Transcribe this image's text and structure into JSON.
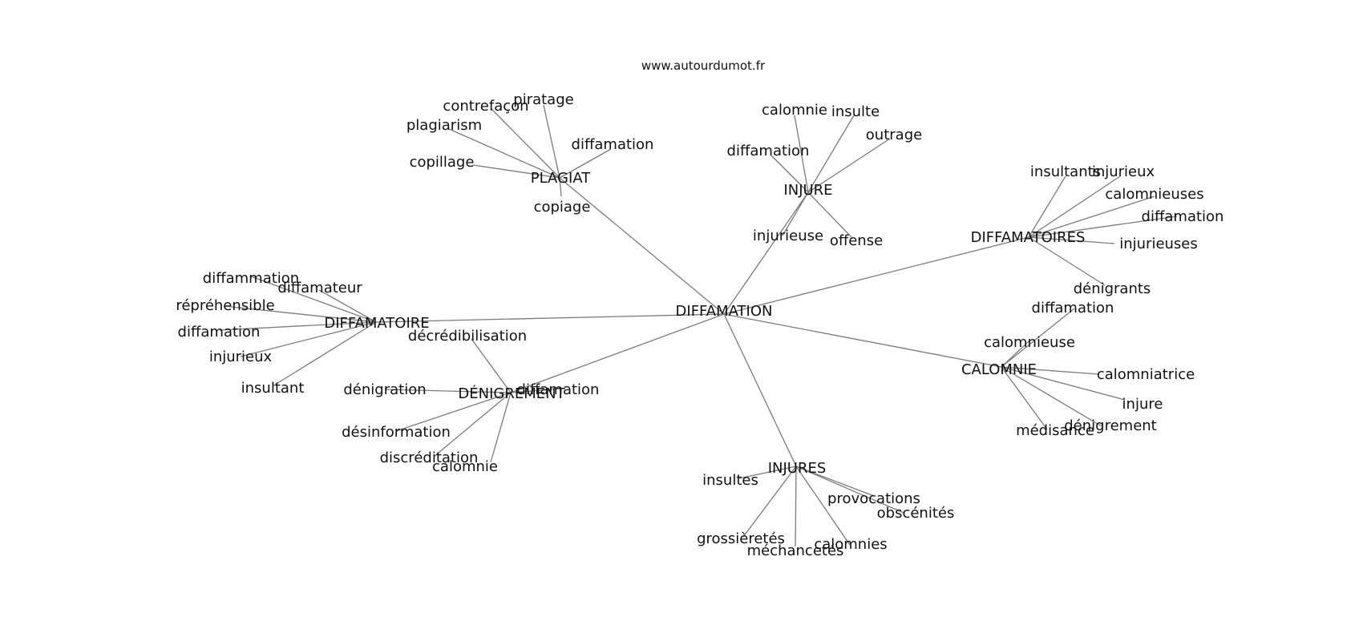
{
  "watermark": "www.autourdumot.fr",
  "center": "DIFFAMATION",
  "hubs": [
    {
      "label": "PLAGIAT",
      "leaves": [
        "piratage",
        "contrefaçon",
        "plagiarism",
        "diffamation",
        "copillage",
        "copiage"
      ]
    },
    {
      "label": "INJURE",
      "leaves": [
        "calomnie",
        "insulte",
        "outrage",
        "diffamation",
        "injurieuse",
        "offense"
      ]
    },
    {
      "label": "DIFFAMATOIRES",
      "leaves": [
        "insultants",
        "injurieux",
        "calomnieuses",
        "diffamation",
        "injurieuses",
        "dénigrants"
      ]
    },
    {
      "label": "DIFFAMATOIRE",
      "leaves": [
        "diffammation",
        "diffamateur",
        "répréhensible",
        "diffamation",
        "injurieux",
        "insultant"
      ]
    },
    {
      "label": "DÉNIGREMENT",
      "leaves": [
        "décrédibilisation",
        "dénigration",
        "diffamation",
        "désinformation",
        "discréditation",
        "calomnie"
      ]
    },
    {
      "label": "CALOMNIE",
      "leaves": [
        "diffamation",
        "calomnieuse",
        "calomniatrice",
        "injure",
        "dénigrement",
        "médisance"
      ]
    },
    {
      "label": "INJURES",
      "leaves": [
        "insultes",
        "provocations",
        "obscénités",
        "grossièretés",
        "méchancetés",
        "calomnies"
      ]
    }
  ]
}
